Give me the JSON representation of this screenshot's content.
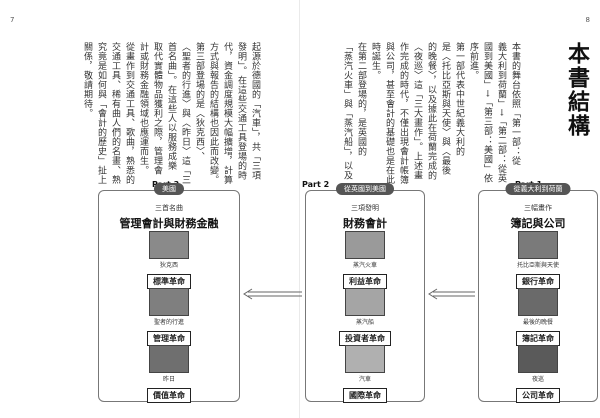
{
  "pages": {
    "left": "7",
    "right": "8"
  },
  "heading": "本書結構",
  "right_text": [
    "本書的舞台依照「第一部：從",
    "義大利到荷蘭」→「第二部：從英",
    "國到美國」→「第三部：美國」依",
    "序前進。",
    "第一部代表中世紀義大利的",
    "是〈托比亞斯與天使〉與〈最後",
    "的晚餐〉，以及據此在荷蘭完成的",
    "〈夜巡〉這「三大畫作」。上述畫",
    "作完成的時代，不僅出現會計帳簿",
    "與公司，甚至會計的基礎也是在此",
    "時誕生。",
    "在第二部登場的，是英國的",
    "「蒸汽火車」與「蒸汽船」，以及"
  ],
  "left_text": [
    "起源於德國的「汽車」，共「三項",
    "發明」。在這些交通工具登場的時",
    "代，資金調度規模大幅擴增，計算",
    "方式與報告的結構也因此而改變。",
    "第三部登場的是〈狄克西〉、",
    "〈聖者的行進〉與〈昨日〉這「三",
    "首名曲」。在這些人以服務成樂",
    "取代實體物品獲利之際，管理會",
    "計或財務金融領域也應運而生。",
    "從畫作到交通工具、歌曲，熟悉的",
    "交通工具、稀有曲人們的名畫、熟",
    "究竟是如何與「會計的歷史」扯上",
    "關係，敬請期待。"
  ],
  "parts": [
    {
      "part": "Part 1",
      "pill": "從義大利到荷蘭",
      "subtitle": "三幅畫作",
      "title": "簿記與公司",
      "items": [
        {
          "caption": "托比亞斯與天使",
          "label": "銀行革命"
        },
        {
          "caption": "最後的晚餐",
          "label": "簿記革命"
        },
        {
          "caption": "夜巡",
          "label": "公司革命"
        }
      ]
    },
    {
      "part": "Part 2",
      "pill": "從英國到美國",
      "subtitle": "三項發明",
      "title": "財務會計",
      "items": [
        {
          "caption": "蒸汽火車",
          "label": "利益革命"
        },
        {
          "caption": "蒸汽船",
          "label": "投資者革命"
        },
        {
          "caption": "汽車",
          "label": "國際革命"
        }
      ]
    },
    {
      "part": "Part 3",
      "pill": "美國",
      "subtitle": "三首名曲",
      "title": "管理會計與財務金融",
      "items": [
        {
          "caption": "狄克西",
          "label": "標準革命"
        },
        {
          "caption": "聖者的行進",
          "label": "管理革命"
        },
        {
          "caption": "昨日",
          "label": "價值革命"
        }
      ]
    }
  ]
}
